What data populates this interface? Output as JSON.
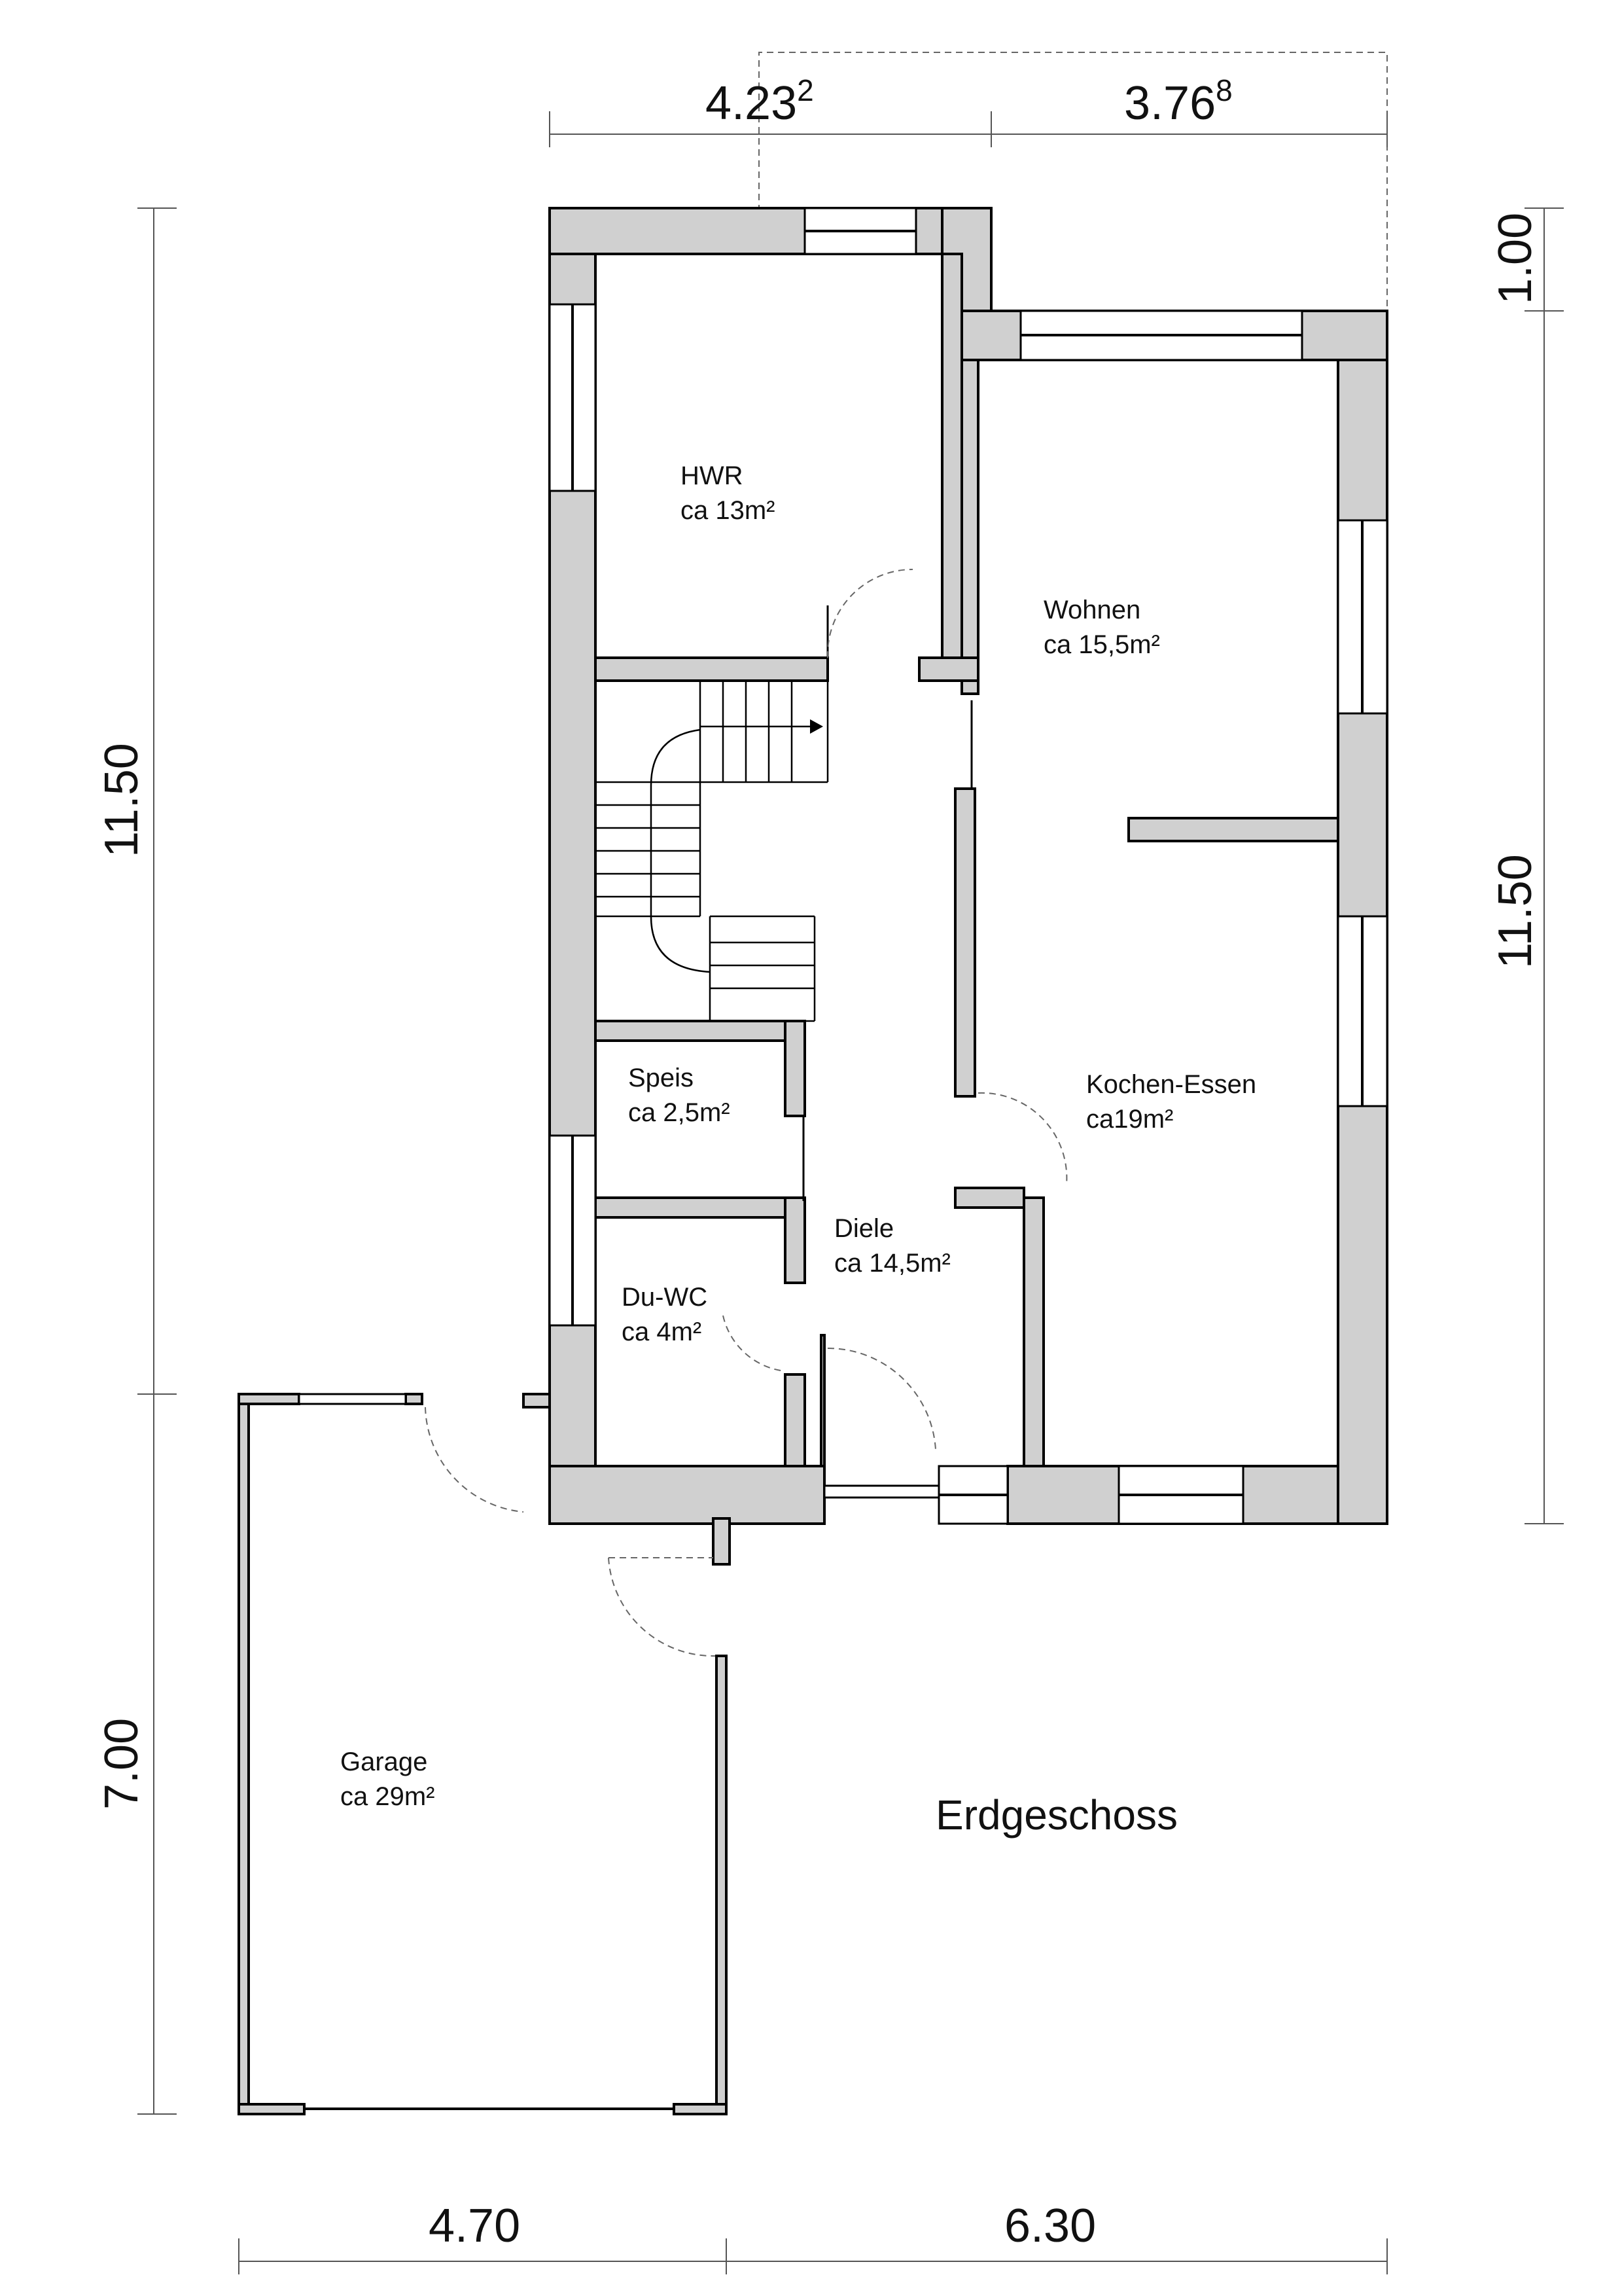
{
  "plan_title": "Erdgeschoss",
  "rooms": [
    {
      "id": "hwr",
      "name": "HWR",
      "area": "ca 13m²"
    },
    {
      "id": "wohnen",
      "name": "Wohnen",
      "area": "ca 15,5m²"
    },
    {
      "id": "speis",
      "name": "Speis",
      "area": "ca 2,5m²"
    },
    {
      "id": "kochen",
      "name": "Kochen-Essen",
      "area": "ca19m²"
    },
    {
      "id": "diele",
      "name": "Diele",
      "area": "ca 14,5m²"
    },
    {
      "id": "duwc",
      "name": "Du-WC",
      "area": "ca 4m²"
    },
    {
      "id": "garage",
      "name": "Garage",
      "area": "ca 29m²"
    }
  ],
  "dimensions": {
    "top_left": {
      "value": "4.23",
      "sup": "2"
    },
    "top_right": {
      "value": "3.76",
      "sup": "8"
    },
    "bottom_left": "4.70",
    "bottom_right": "6.30",
    "left_house": "11.50",
    "left_garage": "7.00",
    "right_house": "11.50",
    "right_offset": "1.00"
  }
}
